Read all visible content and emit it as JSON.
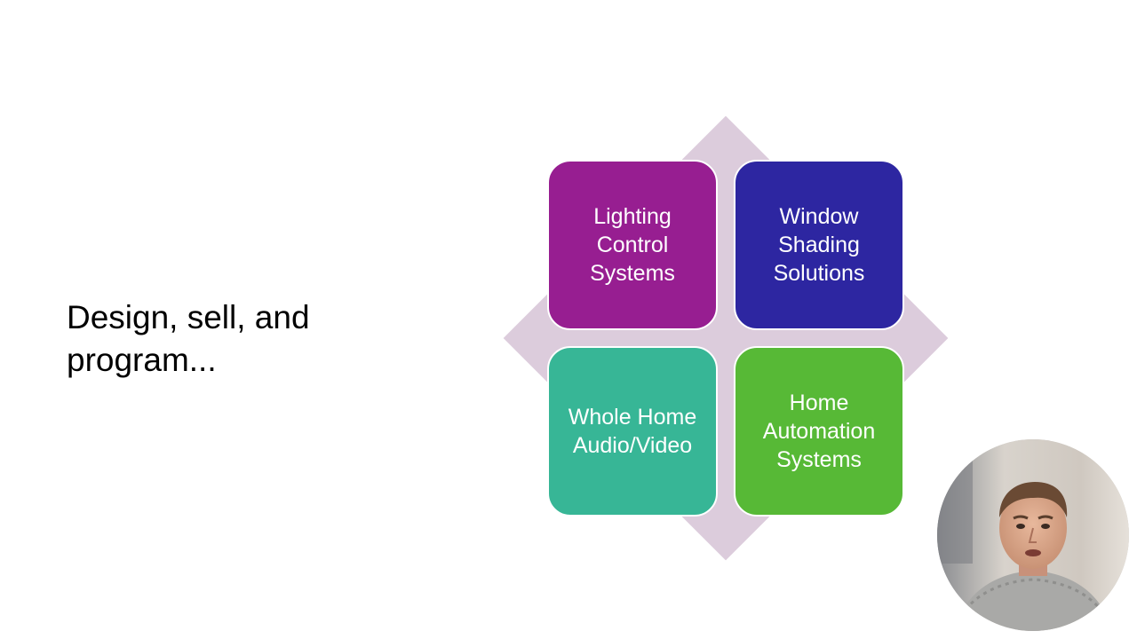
{
  "slide": {
    "text": "Design, sell, and program..."
  },
  "diagram": {
    "diamond_color": "#dcccdc",
    "tiles": [
      {
        "label": "Lighting Control Systems",
        "color": "#971e91"
      },
      {
        "label": "Window Shading Solutions",
        "color": "#2d26a1"
      },
      {
        "label": "Whole Home Audio/Video",
        "color": "#37b696"
      },
      {
        "label": "Home Automation Systems",
        "color": "#57b936"
      }
    ]
  },
  "webcam": {
    "icon": "presenter-avatar-icon"
  }
}
